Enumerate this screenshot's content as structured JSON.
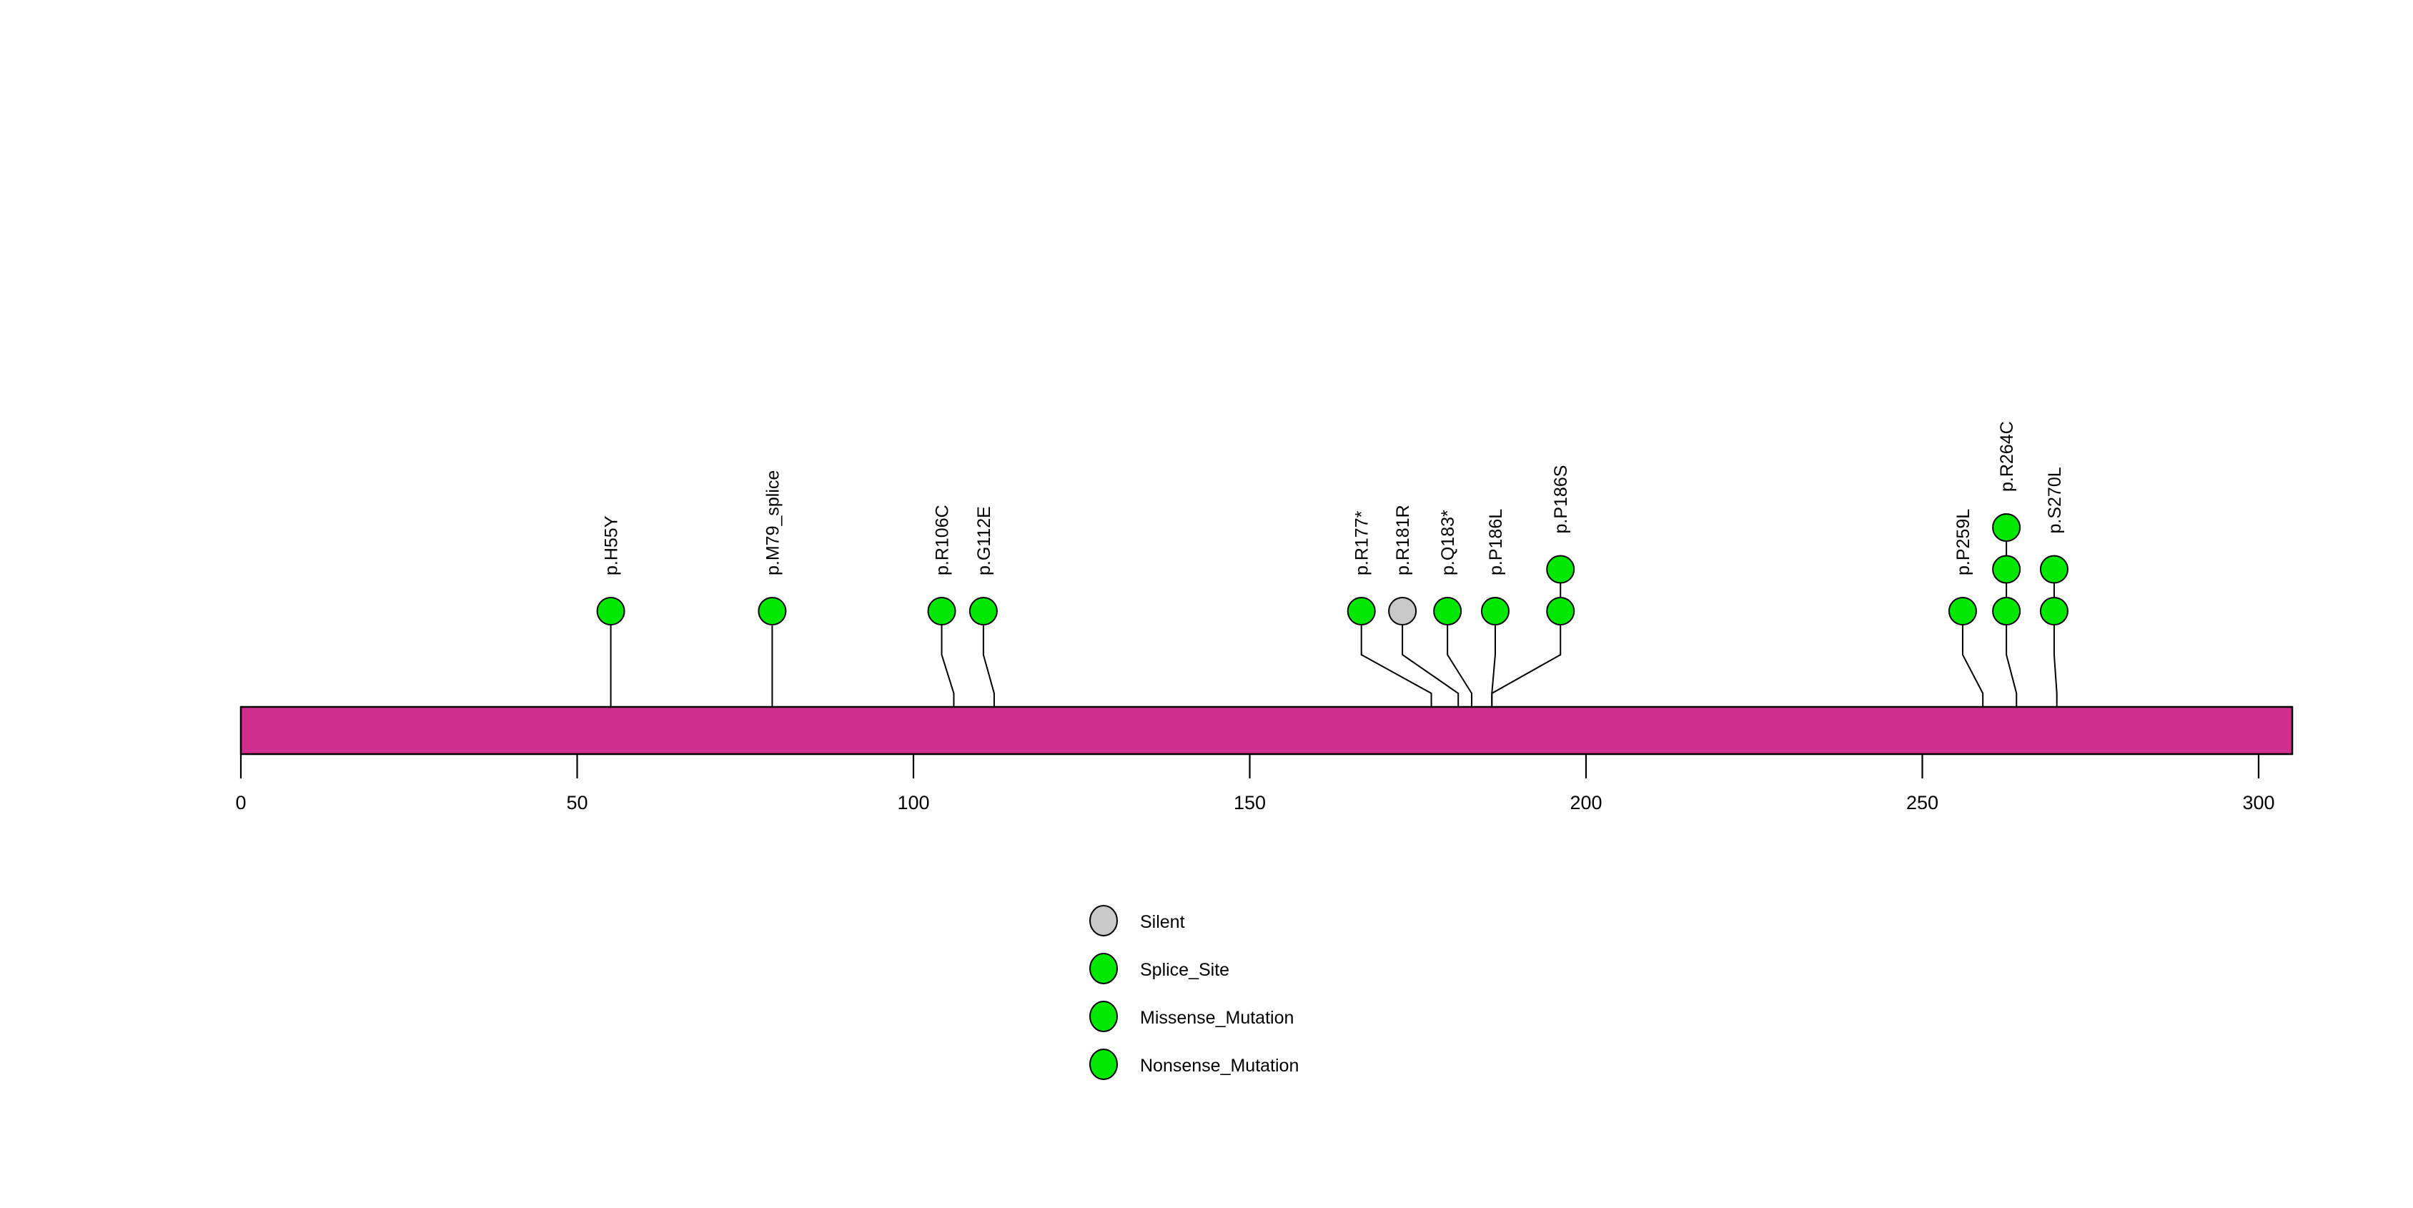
{
  "chart_data": {
    "type": "lollipop",
    "title": "",
    "subtitle": "",
    "xlabel": "",
    "ylabel": "",
    "xlim": [
      0,
      305
    ],
    "grid": false,
    "protein_domain": {
      "name": "protein-backbone",
      "start": 0,
      "end": 305,
      "color": "#D12E8D",
      "border_color": "#000000"
    },
    "axis": {
      "ticks": [
        0,
        50,
        100,
        150,
        200,
        250,
        300
      ],
      "tick_labels": [
        "0",
        "50",
        "100",
        "150",
        "200",
        "250",
        "300"
      ]
    },
    "mutations": [
      {
        "label": "p.H55Y",
        "position": 55,
        "count": 1,
        "type": "Missense_Mutation",
        "color": "#00E800",
        "label_x": 55
      },
      {
        "label": "p.M79_splice",
        "position": 79,
        "count": 1,
        "type": "Splice_Site",
        "color": "#00E800",
        "label_x": 79
      },
      {
        "label": "p.R106C",
        "position": 106,
        "count": 1,
        "type": "Missense_Mutation",
        "color": "#00E800",
        "label_x": 104.2
      },
      {
        "label": "p.G112E",
        "position": 112,
        "count": 1,
        "type": "Missense_Mutation",
        "color": "#00E800",
        "label_x": 110.4
      },
      {
        "label": "p.R177*",
        "position": 177,
        "count": 1,
        "type": "Nonsense_Mutation",
        "color": "#00E800",
        "label_x": 166.6
      },
      {
        "label": "p.R181R",
        "position": 181,
        "count": 1,
        "type": "Silent",
        "color": "#C8C8C8",
        "label_x": 172.7
      },
      {
        "label": "p.Q183*",
        "position": 183,
        "count": 1,
        "type": "Nonsense_Mutation",
        "color": "#00E800",
        "label_x": 179.4
      },
      {
        "label": "p.P186L",
        "position": 186,
        "count": 1,
        "type": "Missense_Mutation",
        "color": "#00E800",
        "label_x": 186.5
      },
      {
        "label": "p.P186S",
        "position": 186,
        "count": 2,
        "type": "Missense_Mutation",
        "color": "#00E800",
        "label_x": 196.2
      },
      {
        "label": "p.P259L",
        "position": 259,
        "count": 1,
        "type": "Missense_Mutation",
        "color": "#00E800",
        "label_x": 256.0
      },
      {
        "label": "p.R264C",
        "position": 264,
        "count": 3,
        "type": "Missense_Mutation",
        "color": "#00E800",
        "label_x": 262.5
      },
      {
        "label": "p.S270L",
        "position": 270,
        "count": 2,
        "type": "Missense_Mutation",
        "color": "#00E800",
        "label_x": 269.6
      }
    ],
    "legend": {
      "position": "bottom-center",
      "entries": [
        {
          "label": "Silent",
          "color": "#C8C8C8"
        },
        {
          "label": "Splice_Site",
          "color": "#00E800"
        },
        {
          "label": "Missense_Mutation",
          "color": "#00E800"
        },
        {
          "label": "Nonsense_Mutation",
          "color": "#00E800"
        }
      ]
    }
  }
}
